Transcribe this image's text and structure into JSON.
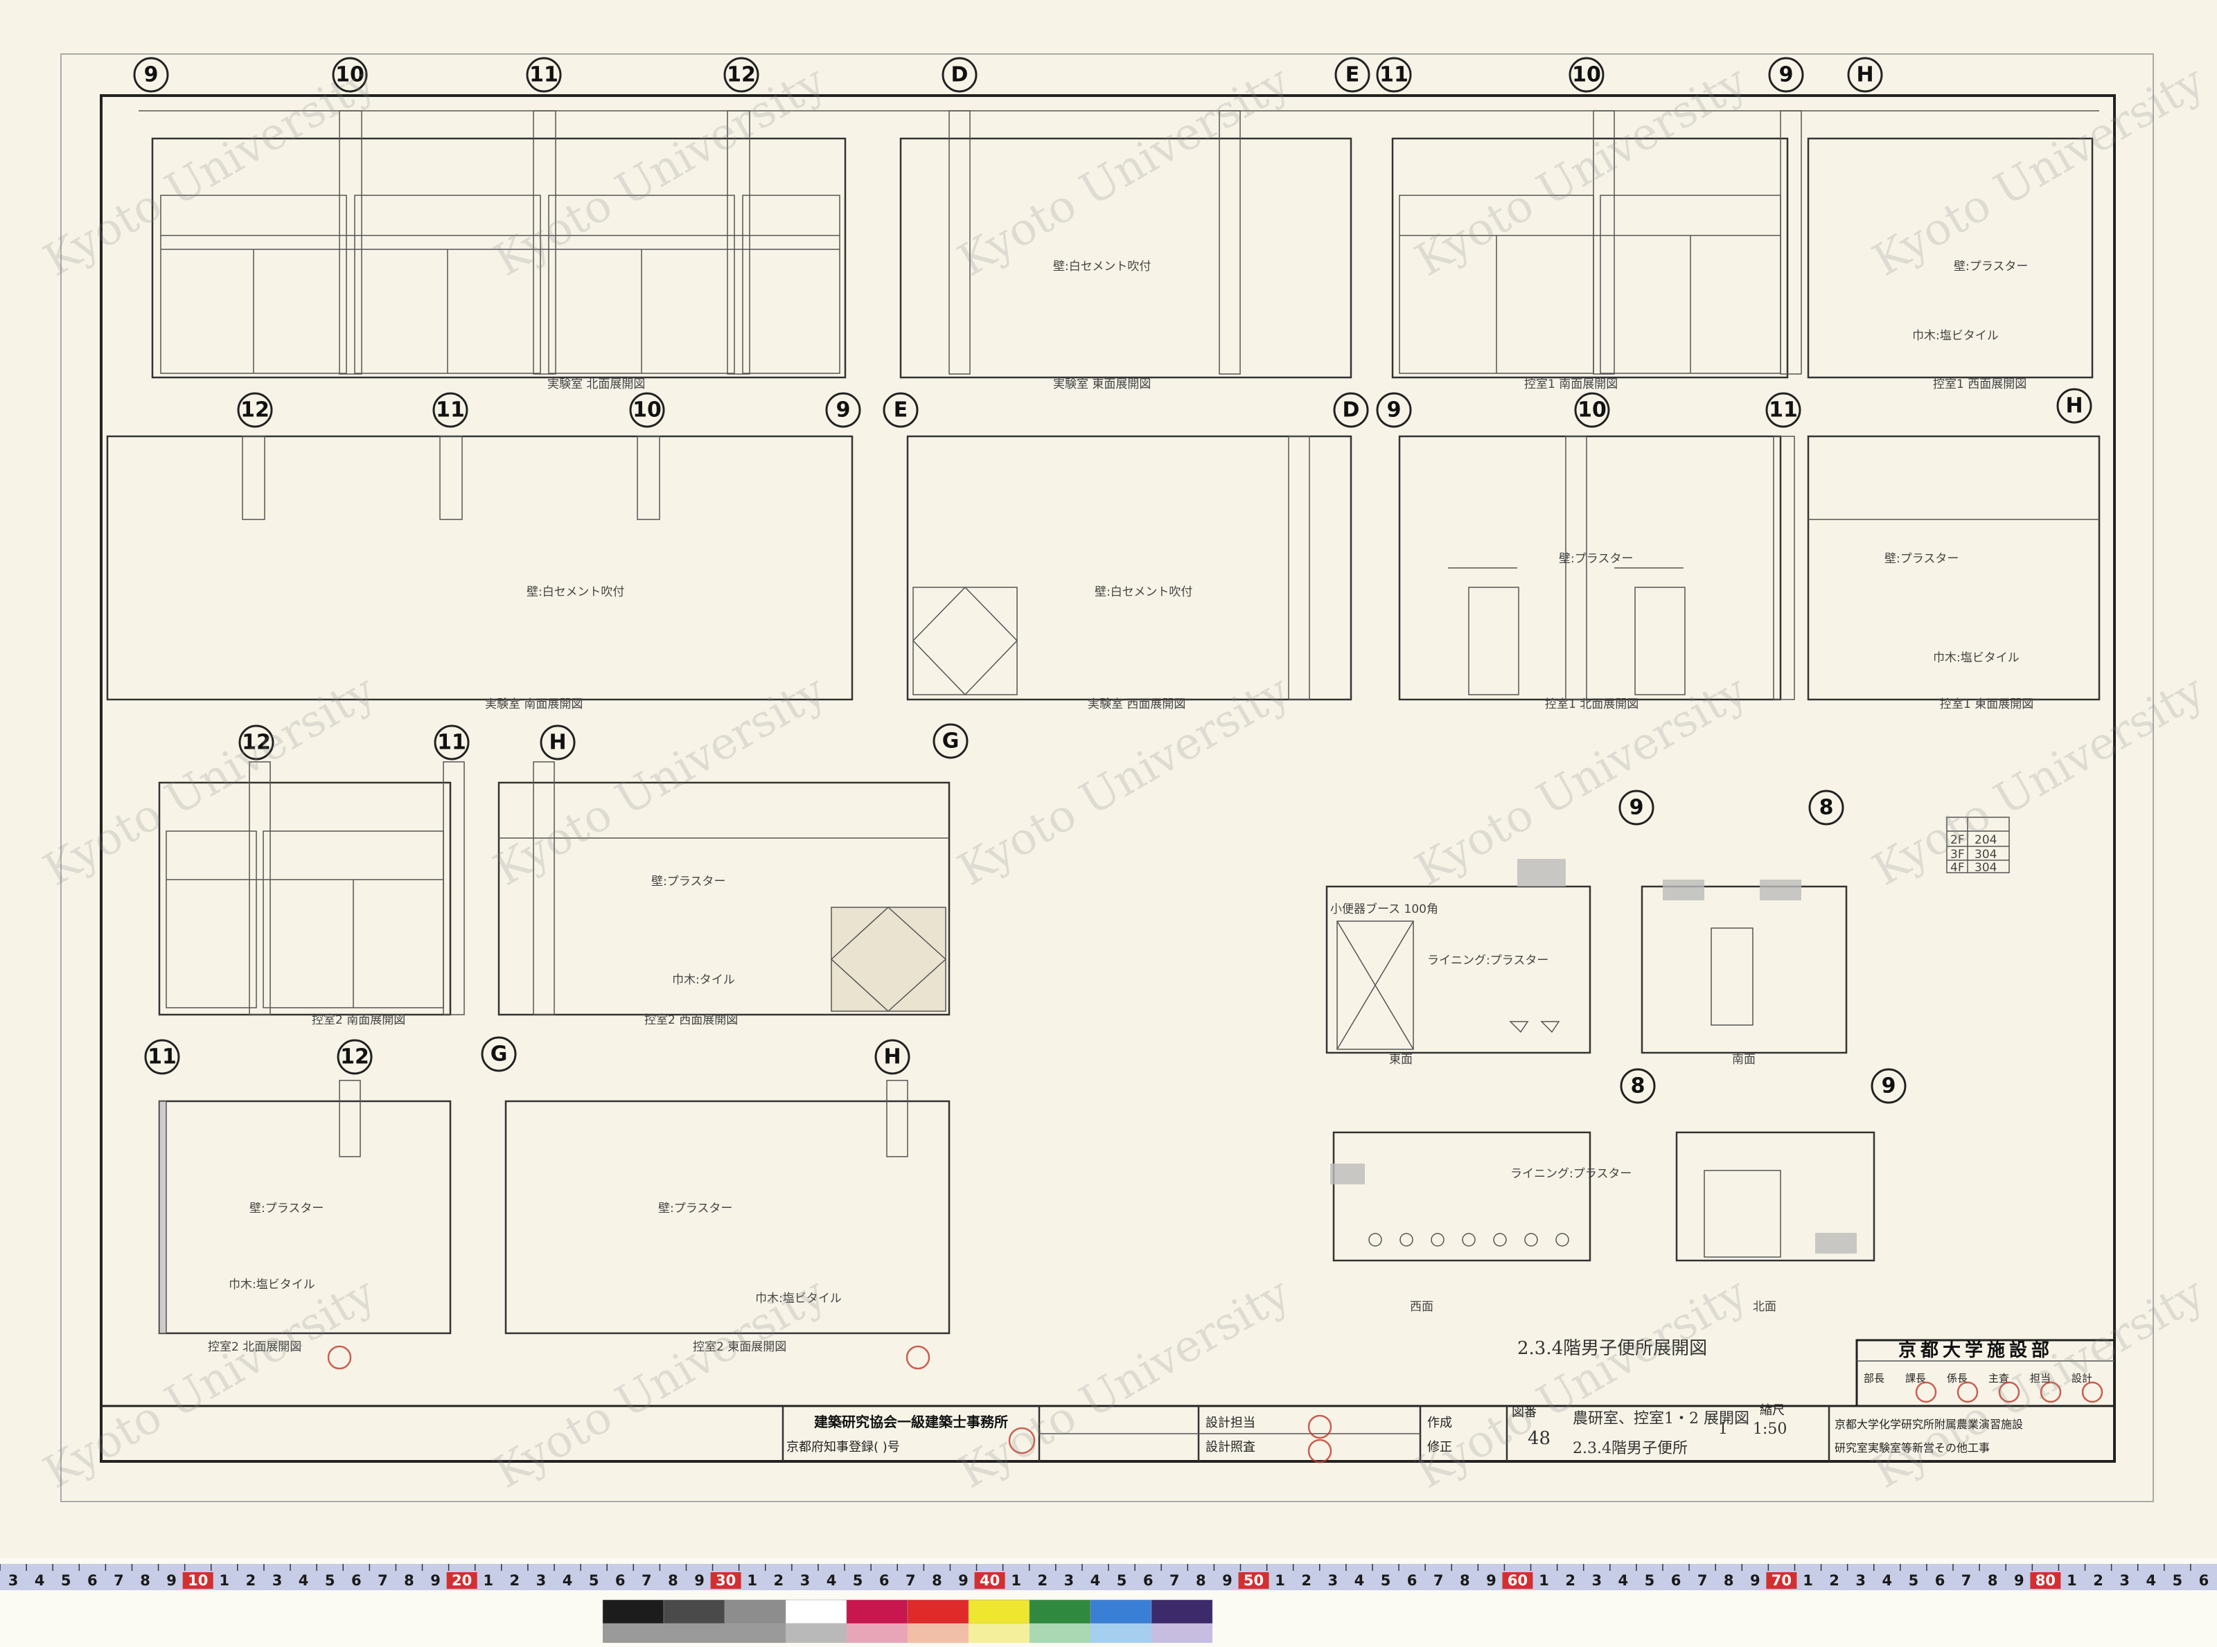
{
  "bubbles": {
    "row1": [
      "9",
      "10",
      "11",
      "12",
      "D",
      "E",
      "11",
      "10",
      "9",
      "H"
    ],
    "row2": [
      "12",
      "11",
      "10",
      "9",
      "E",
      "D",
      "9",
      "10",
      "11",
      "H"
    ],
    "row3": [
      "12",
      "11",
      "H",
      "G",
      "9",
      "8"
    ],
    "row4": [
      "11",
      "12",
      "G",
      "H",
      "8",
      "9"
    ]
  },
  "room_labels": {
    "r1a": "実験室 北面展開図",
    "r1b": "実験室 東面展開図",
    "r1c": "控室1 南面展開図",
    "r1d": "控室1 西面展開図",
    "r2a": "実験室 南面展開図",
    "r2b": "実験室 西面展開図",
    "r2c": "控室1 北面展開図",
    "r2d": "控室1 東面展開図",
    "r3a": "控室2 南面展開図",
    "r3b": "控室2 西面展開図",
    "r4a": "控室2 北面展開図",
    "r4b": "控室2 東面展開図"
  },
  "toilet": {
    "east": "東面",
    "south": "南面",
    "west": "西面",
    "north": "北面",
    "title": "2.3.4階男子便所展開図"
  },
  "floor_table": [
    {
      "floor": "2F",
      "room": "204"
    },
    {
      "floor": "3F",
      "room": "304"
    },
    {
      "floor": "4F",
      "room": "304"
    }
  ],
  "title_block": {
    "office": "建築研究協会一級建築士事務所",
    "registration": "京都府知事登録(  )号",
    "dept": "京都大学施設部",
    "roles": [
      "部長",
      "課長",
      "係長",
      "主査",
      "担当",
      "設計"
    ],
    "drawing_no": "48",
    "drawing_name_1": "農研室、控室1・2 展開図",
    "drawing_name_2": "2.3.4階男子便所",
    "scale_label": "縮尺",
    "scale": "1:50",
    "sheet_no": "1",
    "project_1": "京都大学化学研究所附属農業演習施設",
    "project_2": "研究室実験室等新営その他工事",
    "design_label": "設計担当",
    "check_label": "設計照査",
    "made_label": "作成",
    "revise_label": "修正",
    "stamp": "図番"
  },
  "watermark": "Kyoto University",
  "ruler": {
    "labels": [
      "3",
      "4",
      "5",
      "6",
      "7",
      "8",
      "9",
      "10",
      "1",
      "2",
      "3",
      "4",
      "5",
      "6",
      "7",
      "8",
      "9",
      "20",
      "1",
      "2",
      "3",
      "4",
      "5",
      "6",
      "7",
      "8",
      "9",
      "30",
      "1",
      "2",
      "3",
      "4",
      "5",
      "6",
      "7",
      "8",
      "9",
      "40",
      "1",
      "2",
      "3",
      "4",
      "5",
      "6",
      "7",
      "8",
      "9",
      "50",
      "1",
      "2",
      "3",
      "4",
      "5",
      "6",
      "7",
      "8",
      "9",
      "60",
      "1",
      "2",
      "3",
      "4",
      "5",
      "6",
      "7",
      "8",
      "9",
      "70",
      "1",
      "2",
      "3",
      "4",
      "5",
      "6",
      "7",
      "8",
      "9",
      "80",
      "1",
      "2",
      "3",
      "4",
      "5",
      "6"
    ]
  },
  "color_patches": [
    "#1c1c1c",
    "#4a4a4a",
    "#8d8d8d",
    "#ffffff",
    "#c8164e",
    "#e02a2a",
    "#efe630",
    "#2f8a3f",
    "#3a7fd6",
    "#3c2a6b",
    "#b9b9b9",
    "#e9a5b8",
    "#f1bfa8",
    "#f4ef9a",
    "#a9d8b3",
    "#a6cfef",
    "#c7bde0"
  ]
}
